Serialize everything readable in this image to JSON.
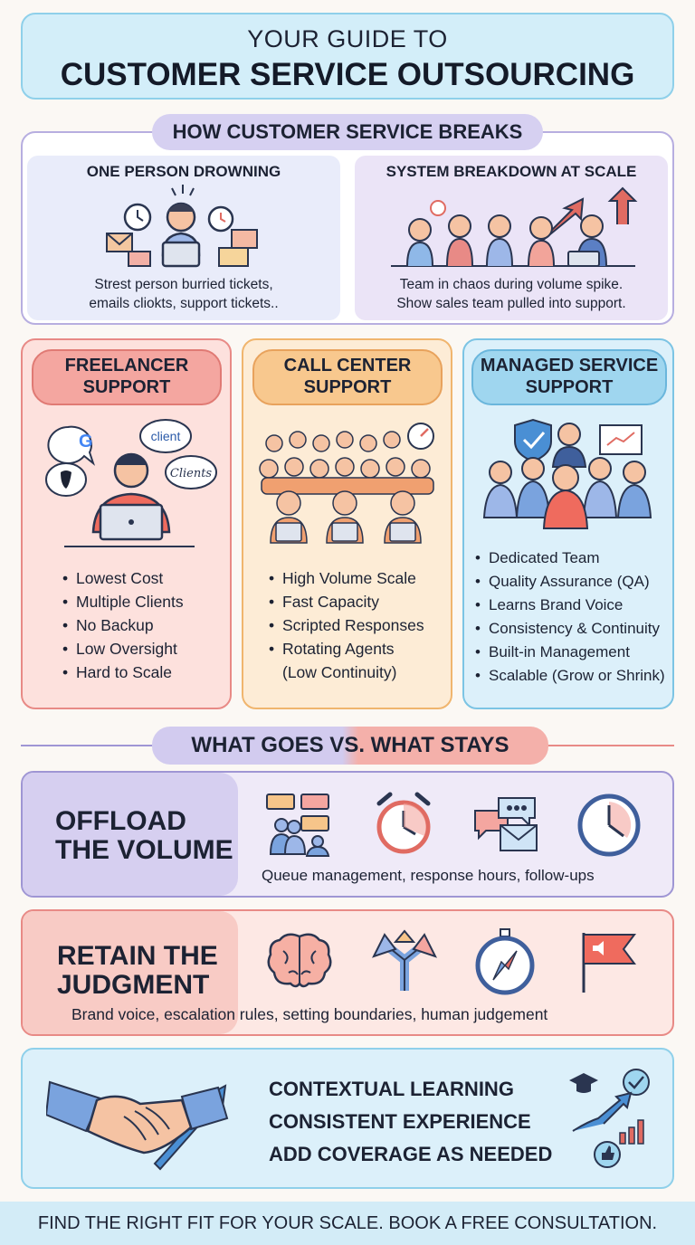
{
  "title": {
    "line1": "YOUR GUIDE TO",
    "line2": "CUSTOMER SERVICE OUTSOURCING"
  },
  "breaks": {
    "header": "HOW CUSTOMER SERVICE BREAKS",
    "left": {
      "title": "ONE PERSON DROWNING",
      "line1": "Strest person burried tickets,",
      "line2": "emails cliokts, support  tickets.."
    },
    "right": {
      "title": "SYSTEM BREAKDOWN AT SCALE",
      "line1": "Team in chaos during volume spike.",
      "line2": "Show sales team pulled into support."
    }
  },
  "models": {
    "freelancer": {
      "title1": "FREELANCER",
      "title2": "SUPPORT",
      "bubbles": [
        "client",
        "Clients"
      ],
      "items": [
        "Lowest Cost",
        "Multiple Clients",
        "No Backup",
        "Low Oversight",
        "Hard to Scale"
      ]
    },
    "callcenter": {
      "title1": "CALL CENTER",
      "title2": "SUPPORT",
      "items": [
        "High Volume Scale",
        "Fast Capacity",
        "Scripted Responses",
        "Rotating Agents",
        "(Low Continuity)"
      ]
    },
    "managed": {
      "title1": "MANAGED SERVICE",
      "title2": "SUPPORT",
      "items": [
        "Dedicated Team",
        "Quality Assurance (QA)",
        "Learns Brand Voice",
        "Consistency & Continuity",
        "Built-in Management",
        "Scalable (Grow or Shrink)"
      ]
    }
  },
  "goes_stays": {
    "header": "WHAT GOES VS. WHAT STAYS",
    "offload": {
      "line1": "OFFLOAD",
      "line2": "THE VOLUME",
      "caption": "Queue management, response hours, follow-ups",
      "icons": [
        "queue-icon",
        "alarm-clock-icon",
        "chat-email-icon",
        "clock-icon"
      ]
    },
    "retain": {
      "line1": "RETAIN THE",
      "line2": "JUDGMENT",
      "caption": "Brand voice, escalation rules, setting boundaries, human judgement",
      "icons": [
        "brain-icon",
        "split-arrows-icon",
        "compass-icon",
        "flag-icon"
      ]
    }
  },
  "benefits": {
    "items": [
      "CONTEXTUAL LEARNING",
      "CONSISTENT EXPERIENCE",
      "ADD COVERAGE AS NEEDED"
    ]
  },
  "footer": {
    "cta": "FIND THE RIGHT FIT FOR YOUR SCALE. BOOK A FREE CONSULTATION."
  },
  "colors": {
    "blue": "#8fd0ea",
    "purple": "#b7aee0",
    "red": "#e88a86",
    "orange": "#f0b56e"
  }
}
